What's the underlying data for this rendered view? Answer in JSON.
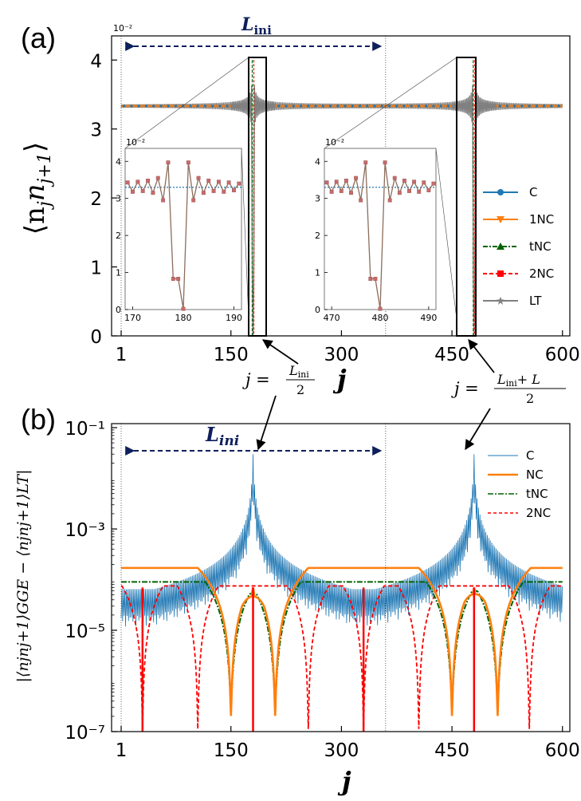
{
  "panel_a": {
    "label": "(a)",
    "multiplier": "10⁻²",
    "lini_label": "L",
    "lini_sub": "ini",
    "ylabel_main": "⟨n",
    "ylabel_j": "j",
    "ylabel_n2": "n",
    "ylabel_j1": "j+1",
    "ylabel_close": "⟩",
    "xlabel": "j"
  },
  "panel_b": {
    "label": "(b)",
    "lini_label": "L",
    "lini_sub": "ini",
    "ylabel": "|⟨njnj+1⟩GGE − ⟨njnj+1⟩LT|",
    "xlabel": "j"
  },
  "annotations": {
    "left_j": "j =",
    "left_num": "L",
    "left_num_sub": "ini",
    "left_den": "2",
    "right_j": "j =",
    "right_num": "L",
    "right_num_sub": "ini",
    "right_plus": "+ L",
    "right_den": "2"
  },
  "colors": {
    "C": "#1f77b4",
    "NC": "#ff7f0e",
    "tNC": "#006400",
    "2NC": "#ff0000",
    "LT": "#808080",
    "navy": "#0d1f5c",
    "inset_marker": "#c96a6a"
  },
  "chart_data": [
    {
      "panel": "a",
      "type": "line",
      "x_ticks": [
        "1",
        "150",
        "300",
        "450",
        "600"
      ],
      "x_tick_values": [
        1,
        150,
        300,
        450,
        600
      ],
      "y_ticks": [
        "0",
        "1",
        "2",
        "3",
        "4"
      ],
      "y_tick_values": [
        0,
        1,
        2,
        3,
        4
      ],
      "xlim": [
        -12,
        610
      ],
      "ylim": [
        0,
        4.35
      ],
      "y_multiplier": "10⁻²",
      "xlabel": "j",
      "ylabel": "⟨n_j n_{j+1}⟩",
      "baseline": 3.333,
      "dips_at": [
        180,
        480
      ],
      "legend": [
        "C",
        "1NC",
        "tNC",
        "2NC",
        "LT"
      ],
      "legend_position": "center-right",
      "vertical_lines_x": [
        1,
        360
      ],
      "insets": [
        {
          "x_ticks": [
            "170",
            "180",
            "190"
          ],
          "x_tick_values": [
            170,
            180,
            190
          ],
          "xlim": [
            168.5,
            191.5
          ],
          "y_ticks": [
            "0",
            "1",
            "2",
            "3",
            "4"
          ],
          "y_tick_values": [
            0,
            1,
            2,
            3,
            4
          ],
          "ylim": [
            0,
            4.35
          ],
          "multiplier": "10⁻²",
          "points": [
            [
              169,
              3.43
            ],
            [
              170,
              3.18
            ],
            [
              171,
              3.45
            ],
            [
              172,
              3.2
            ],
            [
              173,
              3.48
            ],
            [
              174,
              3.15
            ],
            [
              175,
              3.55
            ],
            [
              176,
              2.95
            ],
            [
              177,
              3.97
            ],
            [
              178,
              0.83
            ],
            [
              179,
              0.83
            ],
            [
              180,
              0.02
            ],
            [
              181,
              3.97
            ],
            [
              182,
              2.95
            ],
            [
              183,
              3.55
            ],
            [
              184,
              3.15
            ],
            [
              185,
              3.48
            ],
            [
              186,
              3.2
            ],
            [
              187,
              3.45
            ],
            [
              188,
              3.18
            ],
            [
              189,
              3.43
            ],
            [
              190,
              3.22
            ],
            [
              191,
              3.4
            ]
          ],
          "c_level": 3.3
        },
        {
          "x_ticks": [
            "470",
            "480",
            "490"
          ],
          "x_tick_values": [
            470,
            480,
            490
          ],
          "xlim": [
            468.5,
            491.5
          ],
          "y_ticks": [
            "0",
            "1",
            "2",
            "3",
            "4"
          ],
          "y_tick_values": [
            0,
            1,
            2,
            3,
            4
          ],
          "ylim": [
            0,
            4.35
          ],
          "multiplier": "10⁻²",
          "points": [
            [
              469,
              3.43
            ],
            [
              470,
              3.18
            ],
            [
              471,
              3.45
            ],
            [
              472,
              3.2
            ],
            [
              473,
              3.48
            ],
            [
              474,
              3.15
            ],
            [
              475,
              3.55
            ],
            [
              476,
              2.95
            ],
            [
              477,
              3.97
            ],
            [
              478,
              0.83
            ],
            [
              479,
              0.83
            ],
            [
              480,
              0.02
            ],
            [
              481,
              3.97
            ],
            [
              482,
              2.95
            ],
            [
              483,
              3.55
            ],
            [
              484,
              3.15
            ],
            [
              485,
              3.48
            ],
            [
              486,
              3.2
            ],
            [
              487,
              3.45
            ],
            [
              488,
              3.18
            ],
            [
              489,
              3.43
            ],
            [
              490,
              3.22
            ],
            [
              491,
              3.4
            ]
          ],
          "c_level": 3.3
        }
      ]
    },
    {
      "panel": "b",
      "type": "line",
      "y_scale": "log",
      "x_ticks": [
        "1",
        "150",
        "300",
        "450",
        "600"
      ],
      "x_tick_values": [
        1,
        150,
        300,
        450,
        600
      ],
      "y_ticks": [
        "10⁻¹",
        "10⁻³",
        "10⁻⁵",
        "10⁻⁷"
      ],
      "y_tick_values": [
        0.1,
        0.001,
        1e-05,
        1e-07
      ],
      "xlim": [
        -12,
        610
      ],
      "ylim": [
        1e-07,
        0.12
      ],
      "xlabel": "j",
      "ylabel": "|⟨n_j n_{j+1}⟩_GGE − ⟨n_j n_{j+1}⟩_LT|",
      "legend": [
        "C",
        "NC",
        "tNC",
        "2NC"
      ],
      "legend_position": "top-right",
      "vertical_lines_x": [
        1,
        360
      ],
      "C_peak": 0.03,
      "NC_plateau": 0.00017,
      "tNC_plateau": 9e-05,
      "2NC_peak": 7e-05,
      "centers": [
        180,
        480
      ]
    }
  ]
}
